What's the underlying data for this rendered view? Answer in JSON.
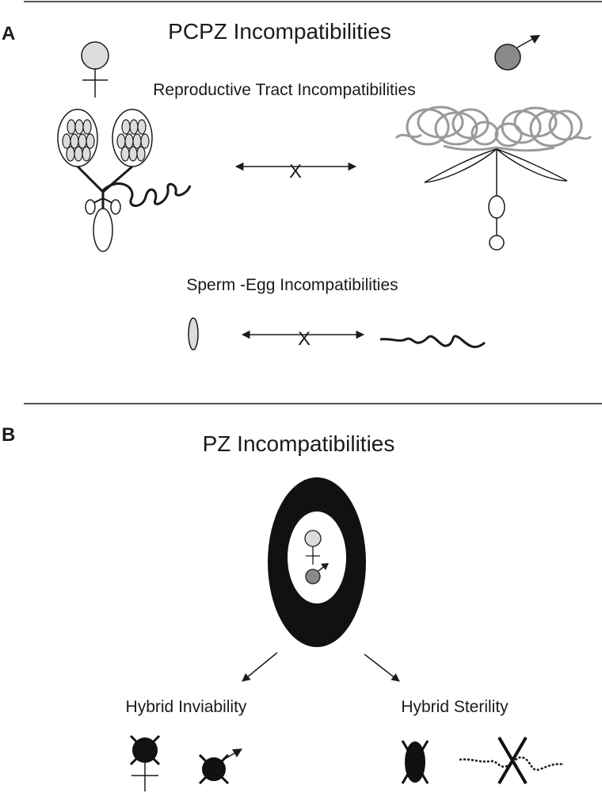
{
  "panel_a": {
    "letter": "A",
    "title": "PCPZ Incompatibilities",
    "reproductive_tract_label": "Reproductive Tract Incompatibilities",
    "sperm_egg_label": "Sperm -Egg Incompatibilities",
    "cross_mark": "X"
  },
  "panel_b": {
    "letter": "B",
    "title": "PZ Incompatibilities",
    "hybrid_inviability_label": "Hybrid Inviability",
    "hybrid_sterility_label": "Hybrid Sterility"
  },
  "colors": {
    "female_fill": "#dcdcdc",
    "male_fill": "#8a8a8a",
    "male_tract": "#9a9a9a",
    "ink": "#1a1a1a"
  }
}
